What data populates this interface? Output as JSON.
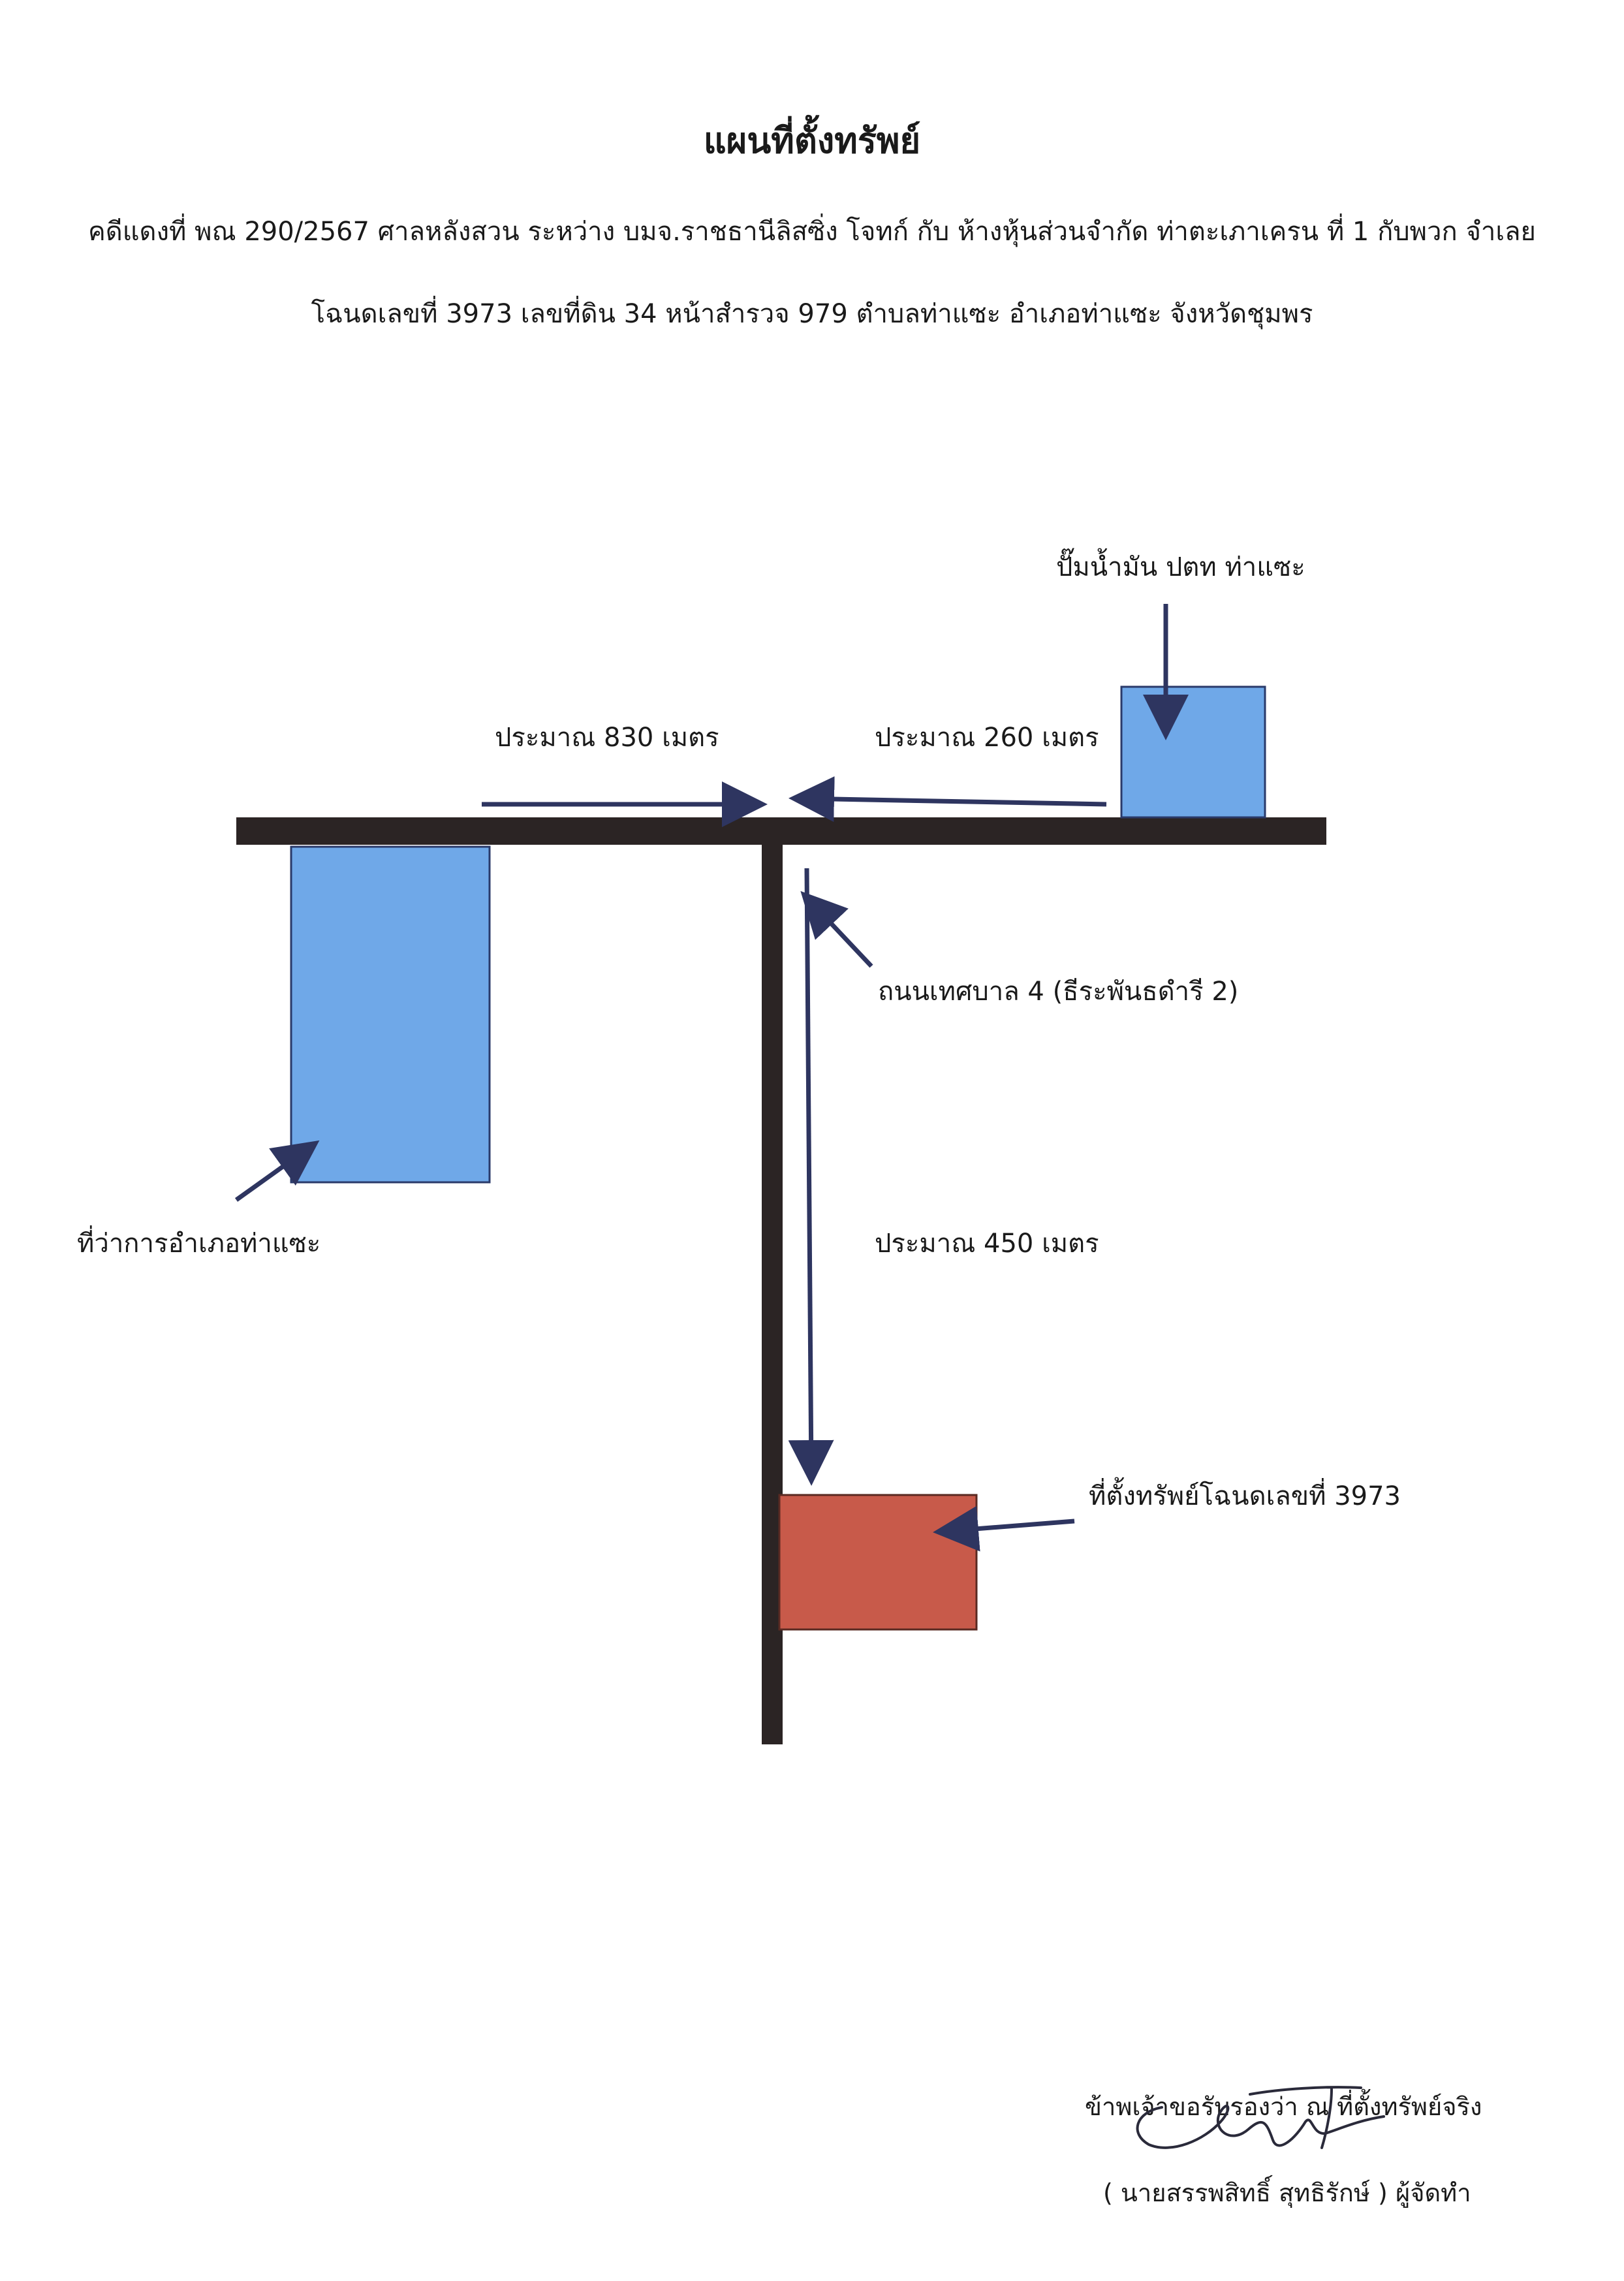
{
  "header": {
    "title": "แผนที่ตั้งทรัพย์",
    "case_line": "คดีแดงที่ พณ 290/2567 ศาลหลังสวน ระหว่าง บมจ.ราชธานีลิสซิ่ง โจทก์ กับ ห้างหุ้นส่วนจำกัด ท่าตะเภาเครน ที่ 1 กับพวก จำเลย",
    "deed_line": "โฉนดเลขที่ 3973 เลขที่ดิน 34  หน้าสำรวจ 979 ตำบลท่าแซะ  อำเภอท่าแซะ  จังหวัดชุมพร"
  },
  "map": {
    "gas_station_label": "ปั๊มน้ำมัน ปตท ท่าแซะ",
    "distance_left_label": "ประมาณ 830 เมตร",
    "distance_right_label": "ประมาณ 260 เมตร",
    "road_label": "ถนนเทศบาล 4 (ธีระพันธดำรี 2)",
    "district_office_label": "ที่ว่าการอำเภอท่าแซะ",
    "distance_down_label": "ประมาณ 450 เมตร",
    "property_label": "ที่ตั้งทรัพย์โฉนดเลขที่ 3973",
    "colors": {
      "road": "#2b2424",
      "building_blue": "#6fa8e8",
      "property_red": "#c85a4a",
      "arrow": "#2e3560"
    }
  },
  "footer": {
    "certify_line": "ข้าพเจ้าขอรับรองว่า ณ ที่ตั้งทรัพย์จริง",
    "signer_line": "( นายสรรพสิทธิ์ สุทธิรักษ์ ) ผู้จัดทำ"
  }
}
